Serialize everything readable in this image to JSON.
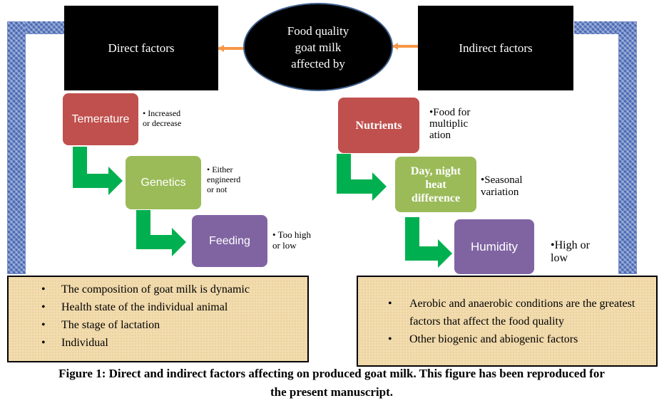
{
  "direct_header": "Direct factors",
  "center_ellipse": "Food quality\ngoat milk\naffected by",
  "indirect_header": "Indirect factors",
  "left_boxes": [
    {
      "label": "Temerature",
      "note": "• Increased\n  or decrease"
    },
    {
      "label": "Genetics",
      "note": "• Either\n  engineerd\n  or not"
    },
    {
      "label": "Feeding",
      "note": "• Too high\n  or low"
    }
  ],
  "right_boxes": [
    {
      "label": "Nutrients",
      "note": "•Food for\n multiplic\n ation"
    },
    {
      "label": "Day, night\nheat\ndifference",
      "note": "•Seasonal\n variation"
    },
    {
      "label": "Humidity",
      "note": "•High or\n low"
    }
  ],
  "left_panel_items": [
    "The composition of goat milk is dynamic",
    "Health state of the individual animal",
    "The stage of lactation",
    "Individual"
  ],
  "right_panel_items": [
    "Aerobic and anaerobic conditions are the greatest factors that affect the food quality",
    "Other biogenic and abiogenic factors"
  ],
  "caption": "Figure 1: Direct and indirect factors affecting on produced goat milk. This figure has been reproduced for the present manuscript.",
  "colors": {
    "red_box": "#c0504d",
    "green_box": "#9bbb59",
    "purple_box": "#8064a2",
    "arrow": "#00b050",
    "connector": "#f79646",
    "bracket": "#4a6ab5",
    "parchment": "#f2dcae"
  }
}
